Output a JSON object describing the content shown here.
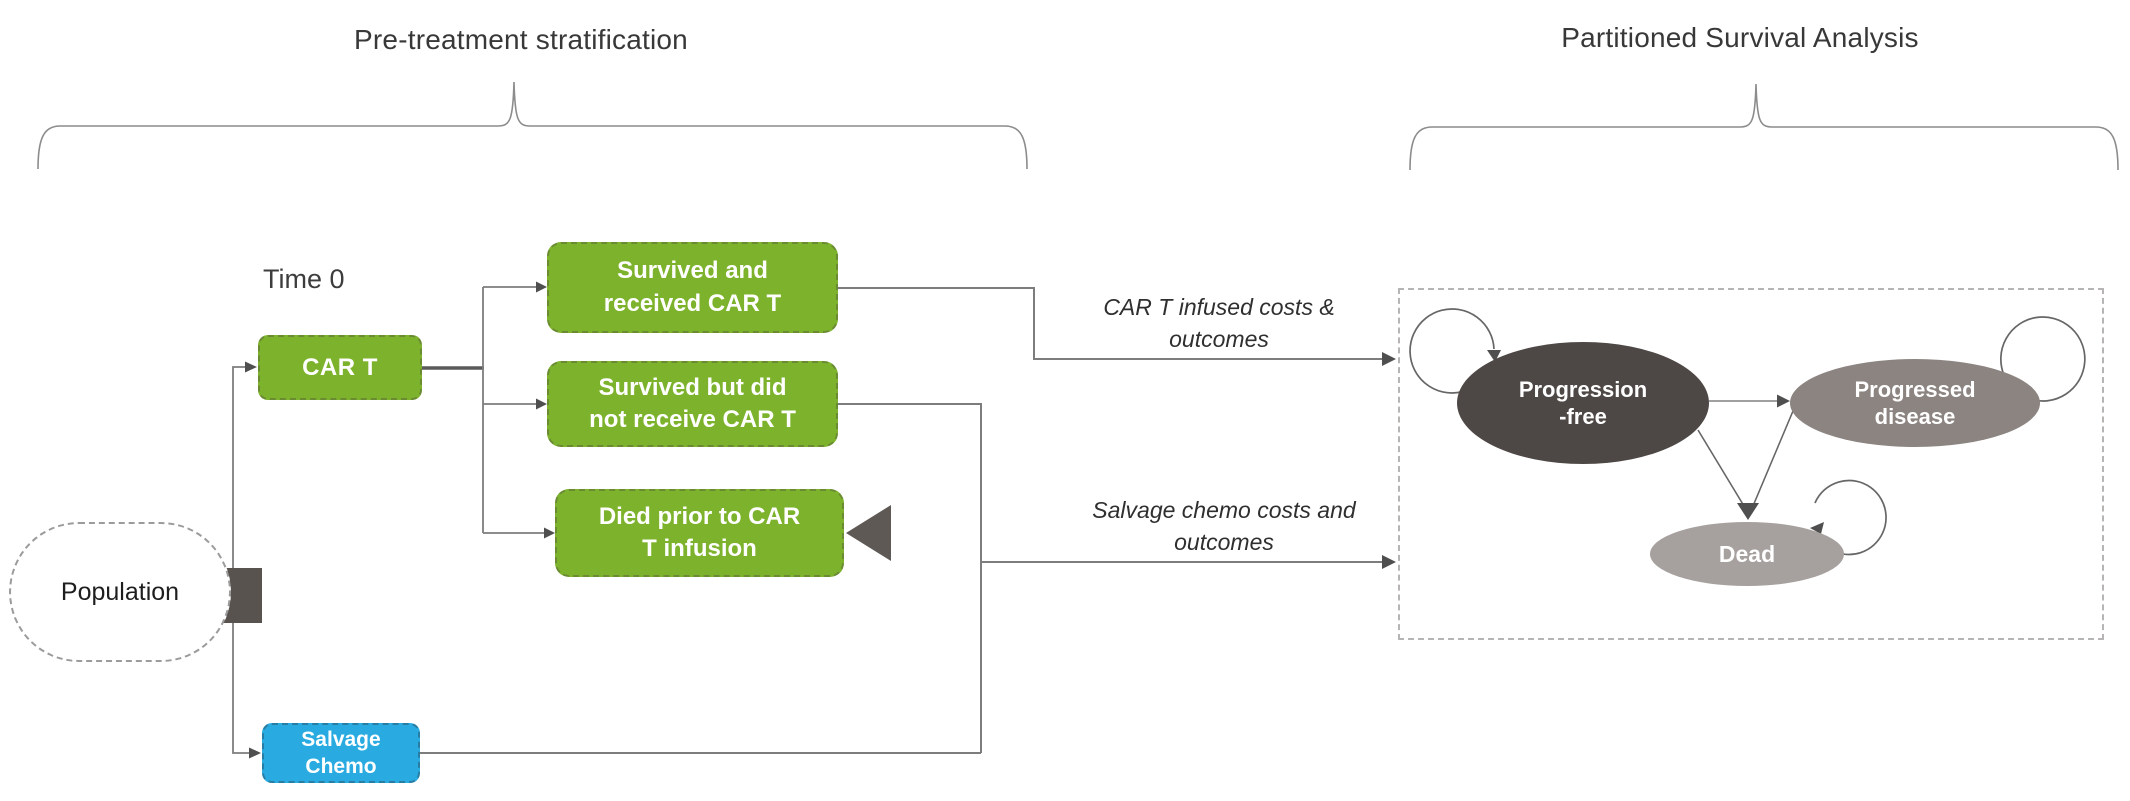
{
  "header": {
    "left_title": "Pre-treatment stratification",
    "right_title": "Partitioned Survival Analysis"
  },
  "labels": {
    "time_zero": "Time 0",
    "cart_flow": [
      "CAR T infused costs &",
      "outcomes"
    ],
    "salvage_flow": [
      "Salvage chemo costs and",
      "outcomes"
    ]
  },
  "nodes": {
    "population": {
      "label": "Population"
    },
    "cart": {
      "label": "CAR T"
    },
    "survived_received": {
      "lines": [
        "Survived and",
        "received CAR T"
      ]
    },
    "survived_not_received": {
      "lines": [
        "Survived but did",
        "not receive CAR T"
      ]
    },
    "died_prior": {
      "lines": [
        "Died prior to CAR",
        "T infusion"
      ]
    },
    "salvage_chemo": {
      "lines": [
        "Salvage",
        "Chemo"
      ]
    }
  },
  "states": {
    "progression_free": {
      "lines": [
        "Progression",
        "-free"
      ],
      "fill": "#4d4745"
    },
    "progressed_disease": {
      "lines": [
        "Progressed",
        "disease"
      ],
      "fill": "#8b8481"
    },
    "dead": {
      "label": "Dead",
      "fill": "#a6a19f"
    }
  },
  "colors": {
    "green_node": "#7db32c",
    "blue_node": "#29abe2",
    "decision_square": "#59534f",
    "terminal_triangle": "#5f5955",
    "connector_gray": "#7d7d7d",
    "branch_dark": "#5a5a5a",
    "arrowhead": "#4f4f4f",
    "state_line": "#666666",
    "brace": "#8c8c8c"
  }
}
